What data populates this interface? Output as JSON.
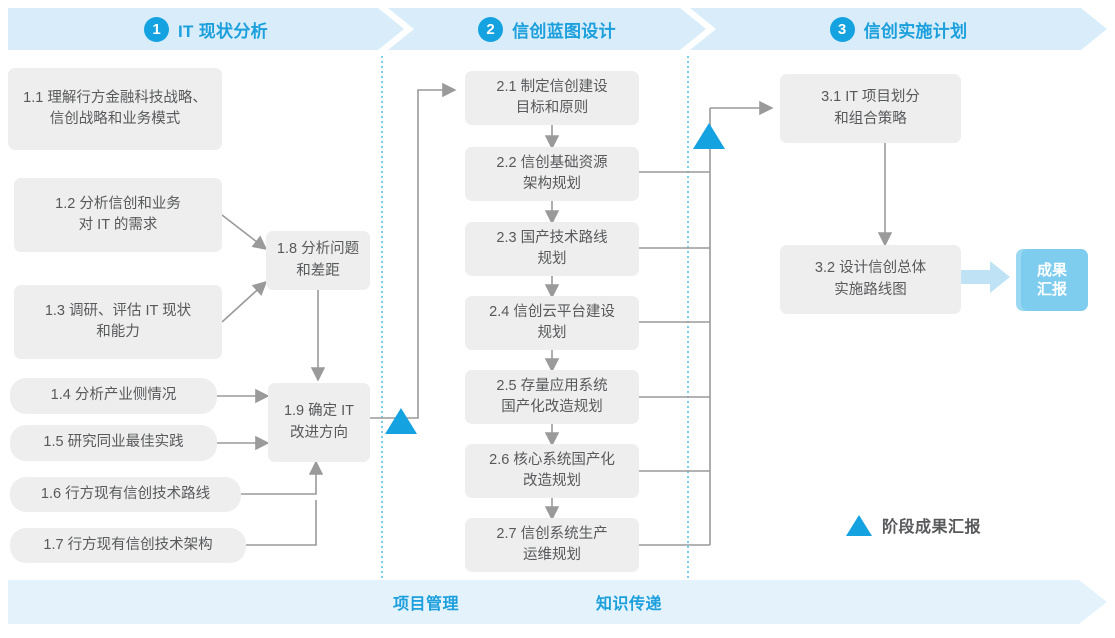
{
  "phases": [
    {
      "num": "1",
      "title": "IT 现状分析"
    },
    {
      "num": "2",
      "title": "信创蓝图设计"
    },
    {
      "num": "3",
      "title": "信创实施计划"
    }
  ],
  "nodes": {
    "n11": "1.1 理解行方金融科技战略、\n信创战略和业务模式",
    "n12": "1.2 分析信创和业务\n对 IT 的需求",
    "n13": "1.3 调研、评估 IT 现状\n和能力",
    "n14": "1.4 分析产业侧情况",
    "n15": "1.5 研究同业最佳实践",
    "n16": "1.6 行方现有信创技术路线",
    "n17": "1.7 行方现有信创技术架构",
    "n18": "1.8 分析问题\n和差距",
    "n19": "1.9 确定 IT\n改进方向",
    "n21": "2.1 制定信创建设\n目标和原则",
    "n22": "2.2 信创基础资源\n架构规划",
    "n23": "2.3 国产技术路线\n规划",
    "n24": "2.4 信创云平台建设\n规划",
    "n25": "2.5 存量应用系统\n国产化改造规划",
    "n26": "2.6 核心系统国产化\n改造规划",
    "n27": "2.7 信创系统生产\n运维规划",
    "n31": "3.1 IT 项目划分\n和组合策略",
    "n32": "3.2 设计信创总体\n实施路线图",
    "result": "成果\n汇报"
  },
  "legend": {
    "label": "阶段成果汇报",
    "icon": "triangle-marker"
  },
  "bottom": {
    "items": [
      "项目管理",
      "知识传递"
    ]
  },
  "colors": {
    "accent": "#14a2e0",
    "band": "#d8edf9",
    "bottom_band": "#e4f3fb",
    "node_bg": "#eeeeee",
    "node_text": "#58595b",
    "result_bg": "#7fcdee",
    "connector": "#8c8c8c",
    "divider": "#3fb9e5"
  }
}
